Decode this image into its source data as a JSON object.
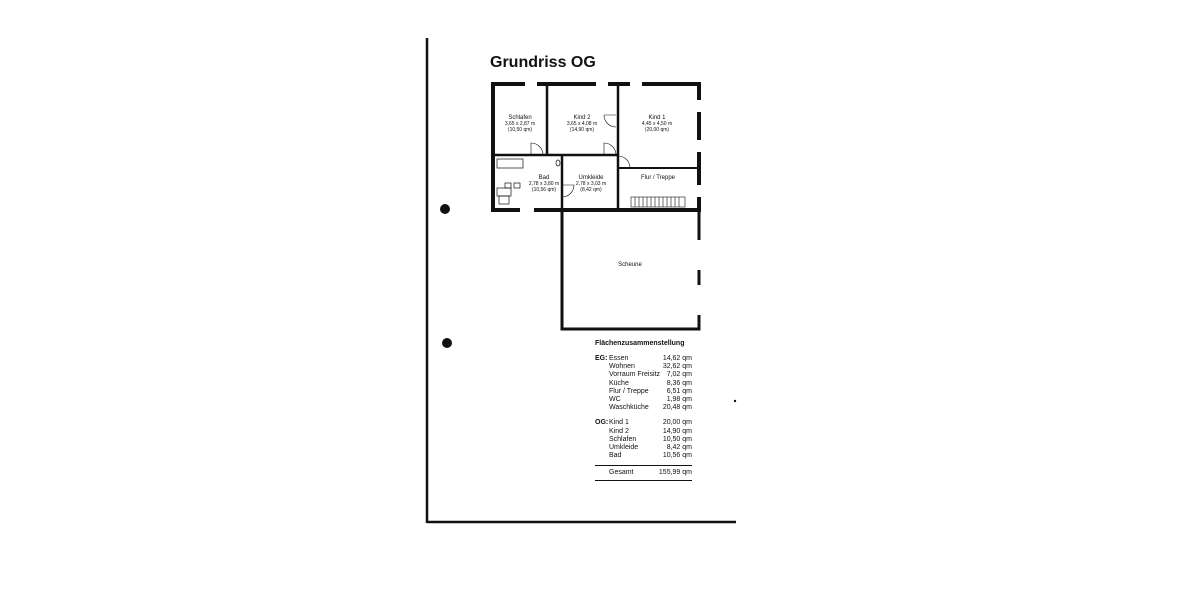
{
  "title": "Grundriss OG",
  "rooms": {
    "schlafen": {
      "name": "Schlafen",
      "dim": "3,65 x 2,87 m",
      "area": "(10,50 qm)"
    },
    "kind2": {
      "name": "Kind 2",
      "dim": "3,65 x 4,08 m",
      "area": "(14,90 qm)"
    },
    "kind1": {
      "name": "Kind 1",
      "dim": "4,45 x 4,50 m",
      "area": "(20,00 qm)"
    },
    "bad": {
      "name": "Bad",
      "dim": "2,78 x 3,80 m",
      "area": "(10,56 qm)"
    },
    "umkleide": {
      "name": "Umkleide",
      "dim": "2,78 x 3,03 m",
      "area": "(8,42 qm)"
    },
    "flur": {
      "name": "Flur / Treppe"
    },
    "scheune": {
      "name": "Scheune"
    }
  },
  "summary": {
    "heading": "Flächenzusammenstellung",
    "eg_label": "EG:",
    "eg": [
      [
        "Essen",
        "14,62 qm"
      ],
      [
        "Wohnen",
        "32,62 qm"
      ],
      [
        "Vorraum Freisitz",
        "7,02 qm"
      ],
      [
        "Küche",
        "8,36 qm"
      ],
      [
        "Flur / Treppe",
        "6,51 qm"
      ],
      [
        "WC",
        "1,98 qm"
      ],
      [
        "Waschküche",
        "20,48 qm"
      ]
    ],
    "og_label": "OG:",
    "og": [
      [
        "Kind 1",
        "20,00 qm"
      ],
      [
        "Kind 2",
        "14,90 qm"
      ],
      [
        "Schlafen",
        "10,50 qm"
      ],
      [
        "Umkleide",
        "8,42 qm"
      ],
      [
        "Bad",
        "10,56 qm"
      ]
    ],
    "total_label": "Gesamt",
    "total": "155,99 qm"
  }
}
